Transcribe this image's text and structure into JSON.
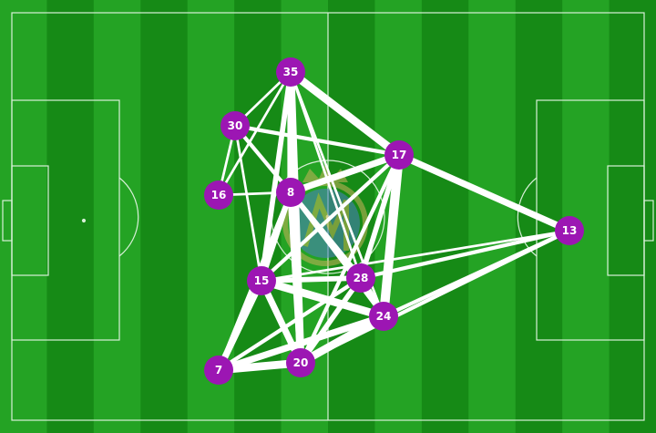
{
  "colors": {
    "pitch_stripe_dark": "#168a16",
    "pitch_stripe_light": "#24a324",
    "pitch_lines": "#d8f0d8",
    "pass_line": "#ffffff",
    "player_node": "#9c16b3",
    "crest_gold": "#c9b25a",
    "crest_blue": "#4c7fc4"
  },
  "crest": {
    "name": "club-crest-watermark"
  },
  "players": [
    {
      "id": "35",
      "label": "35"
    },
    {
      "id": "30",
      "label": "30"
    },
    {
      "id": "16",
      "label": "16"
    },
    {
      "id": "8",
      "label": "8"
    },
    {
      "id": "17",
      "label": "17"
    },
    {
      "id": "13",
      "label": "13"
    },
    {
      "id": "15",
      "label": "15"
    },
    {
      "id": "28",
      "label": "28"
    },
    {
      "id": "24",
      "label": "24"
    },
    {
      "id": "7",
      "label": "7"
    },
    {
      "id": "20",
      "label": "20"
    }
  ],
  "passes": [
    {
      "from": "35",
      "to": "17",
      "strength": 5
    },
    {
      "from": "35",
      "to": "8",
      "strength": 4
    },
    {
      "from": "35",
      "to": "15",
      "strength": 3
    },
    {
      "from": "35",
      "to": "20",
      "strength": 5
    },
    {
      "from": "35",
      "to": "30",
      "strength": 1
    },
    {
      "from": "35",
      "to": "28",
      "strength": 1
    },
    {
      "from": "35",
      "to": "24",
      "strength": 1
    },
    {
      "from": "35",
      "to": "16",
      "strength": 1
    },
    {
      "from": "30",
      "to": "8",
      "strength": 2
    },
    {
      "from": "30",
      "to": "17",
      "strength": 2
    },
    {
      "from": "30",
      "to": "16",
      "strength": 1
    },
    {
      "from": "30",
      "to": "15",
      "strength": 1
    },
    {
      "from": "30",
      "to": "28",
      "strength": 1
    },
    {
      "from": "16",
      "to": "8",
      "strength": 1
    },
    {
      "from": "8",
      "to": "17",
      "strength": 4
    },
    {
      "from": "8",
      "to": "28",
      "strength": 3
    },
    {
      "from": "8",
      "to": "15",
      "strength": 3
    },
    {
      "from": "8",
      "to": "20",
      "strength": 4
    },
    {
      "from": "8",
      "to": "7",
      "strength": 2
    },
    {
      "from": "8",
      "to": "24",
      "strength": 2
    },
    {
      "from": "17",
      "to": "13",
      "strength": 4
    },
    {
      "from": "17",
      "to": "28",
      "strength": 3
    },
    {
      "from": "17",
      "to": "24",
      "strength": 6
    },
    {
      "from": "17",
      "to": "15",
      "strength": 2
    },
    {
      "from": "17",
      "to": "20",
      "strength": 2
    },
    {
      "from": "13",
      "to": "28",
      "strength": 2
    },
    {
      "from": "13",
      "to": "24",
      "strength": 2
    },
    {
      "from": "13",
      "to": "15",
      "strength": 1
    },
    {
      "from": "13",
      "to": "20",
      "strength": 2
    },
    {
      "from": "15",
      "to": "28",
      "strength": 3
    },
    {
      "from": "15",
      "to": "24",
      "strength": 5
    },
    {
      "from": "15",
      "to": "7",
      "strength": 4
    },
    {
      "from": "15",
      "to": "20",
      "strength": 4
    },
    {
      "from": "28",
      "to": "24",
      "strength": 4
    },
    {
      "from": "28",
      "to": "7",
      "strength": 2
    },
    {
      "from": "28",
      "to": "20",
      "strength": 3
    },
    {
      "from": "24",
      "to": "7",
      "strength": 4
    },
    {
      "from": "24",
      "to": "20",
      "strength": 5
    },
    {
      "from": "7",
      "to": "20",
      "strength": 5
    }
  ]
}
